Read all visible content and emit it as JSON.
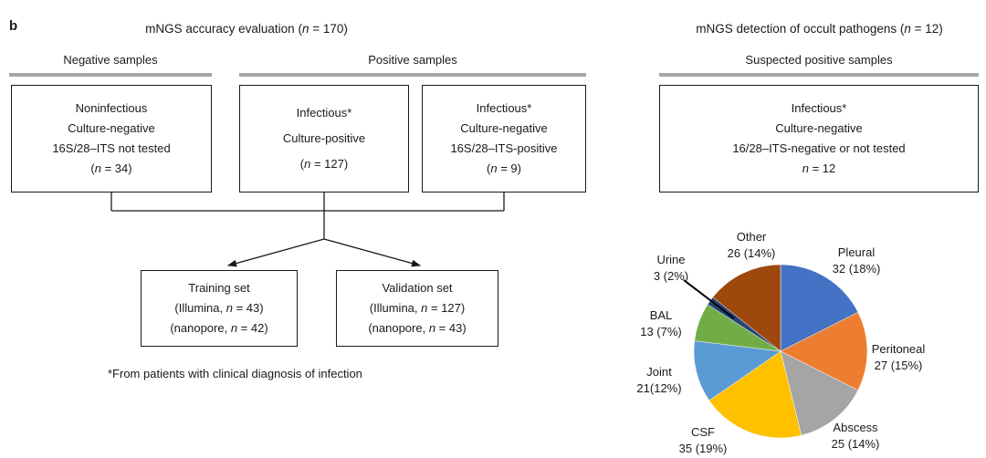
{
  "panel_label": "b",
  "accuracy": {
    "title": "mNGS accuracy evaluation (n = 170)",
    "negative_label": "Negative samples",
    "positive_label": "Positive samples",
    "box_noninfectious": {
      "lines": [
        "Noninfectious",
        "Culture-negative",
        "16S/28–ITS not tested",
        "(n = 34)"
      ]
    },
    "box_culture_positive": {
      "lines": [
        "Infectious*",
        "Culture-positive",
        "(n = 127)"
      ]
    },
    "box_its_positive": {
      "lines": [
        "Infectious*",
        "Culture-negative",
        "16S/28–ITS-positive",
        "(n = 9)"
      ]
    },
    "training_box": {
      "lines": [
        "Training set",
        "(Illumina, n = 43)",
        "(nanopore, n = 42)"
      ]
    },
    "validation_box": {
      "lines": [
        "Validation set",
        "(Illumina, n = 127)",
        "(nanopore, n = 43)"
      ]
    },
    "footnote": "*From patients with clinical diagnosis of infection"
  },
  "occult": {
    "title": "mNGS detection of occult pathogens (n = 12)",
    "group_label": "Suspected positive samples",
    "box": {
      "lines": [
        "Infectious*",
        "Culture-negative",
        "16/28–ITS-negative or not tested",
        "n = 12"
      ]
    }
  },
  "chart_data": {
    "type": "pie",
    "start": "top",
    "direction": "clockwise",
    "total": 182,
    "legend_position": "around",
    "slices": [
      {
        "label": "Pleural",
        "count": 32,
        "display": "32 (18%)",
        "color": "#4472C4"
      },
      {
        "label": "Peritoneal",
        "count": 27,
        "display": "27 (15%)",
        "color": "#ED7D31"
      },
      {
        "label": "Abscess",
        "count": 25,
        "display": "25 (14%)",
        "color": "#A5A5A5"
      },
      {
        "label": "CSF",
        "count": 35,
        "display": "35 (19%)",
        "color": "#FFC000"
      },
      {
        "label": "Joint",
        "count": 21,
        "display": "21(12%)",
        "color": "#5B9BD5"
      },
      {
        "label": "BAL",
        "count": 13,
        "display": "13 (7%)",
        "color": "#70AD47"
      },
      {
        "label": "Urine",
        "count": 3,
        "display": "3 (2%)",
        "color": "#264478"
      },
      {
        "label": "Other",
        "count": 26,
        "display": "26 (14%)",
        "color": "#9E480E"
      }
    ]
  }
}
